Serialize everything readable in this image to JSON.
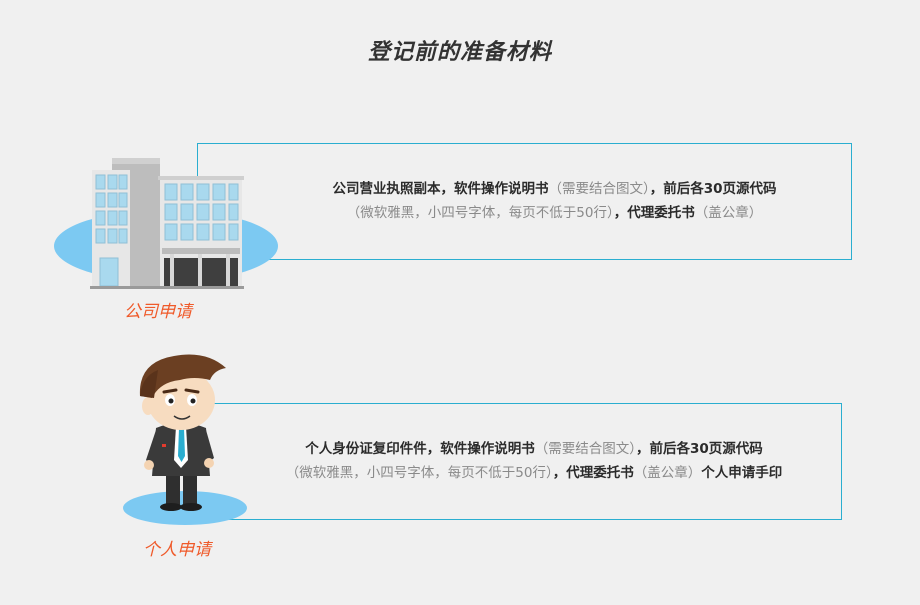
{
  "page": {
    "title": "登记前的准备材料"
  },
  "company": {
    "label": "公司申请",
    "line1": [
      {
        "text": "公司营业执照副本，软件操作说明书",
        "style": "strong"
      },
      {
        "text": "（需要结合图文）",
        "style": "gray"
      },
      {
        "text": "，前后各30页源代码",
        "style": "strong"
      }
    ],
    "line2": [
      {
        "text": "（微软雅黑，小四号字体，每页不低于50行）",
        "style": "gray"
      },
      {
        "text": "，代理委托书",
        "style": "strong"
      },
      {
        "text": "（盖公章）",
        "style": "gray"
      }
    ]
  },
  "personal": {
    "label": "个人申请",
    "line1": [
      {
        "text": "个人身份证复印件件，软件操作说明书",
        "style": "strong"
      },
      {
        "text": "（需要结合图文）",
        "style": "gray"
      },
      {
        "text": "，前后各30页源代码",
        "style": "strong"
      }
    ],
    "line2": [
      {
        "text": "（微软雅黑，小四号字体，每页不低于50行）",
        "style": "gray"
      },
      {
        "text": "，代理委托书",
        "style": "strong"
      },
      {
        "text": "（盖公章）",
        "style": "gray"
      },
      {
        "text": "个人申请手印",
        "style": "strong"
      }
    ]
  },
  "colors": {
    "accent": "#2aaed0",
    "label": "#ef5a2a",
    "ellipse": "#7cc9f2"
  }
}
